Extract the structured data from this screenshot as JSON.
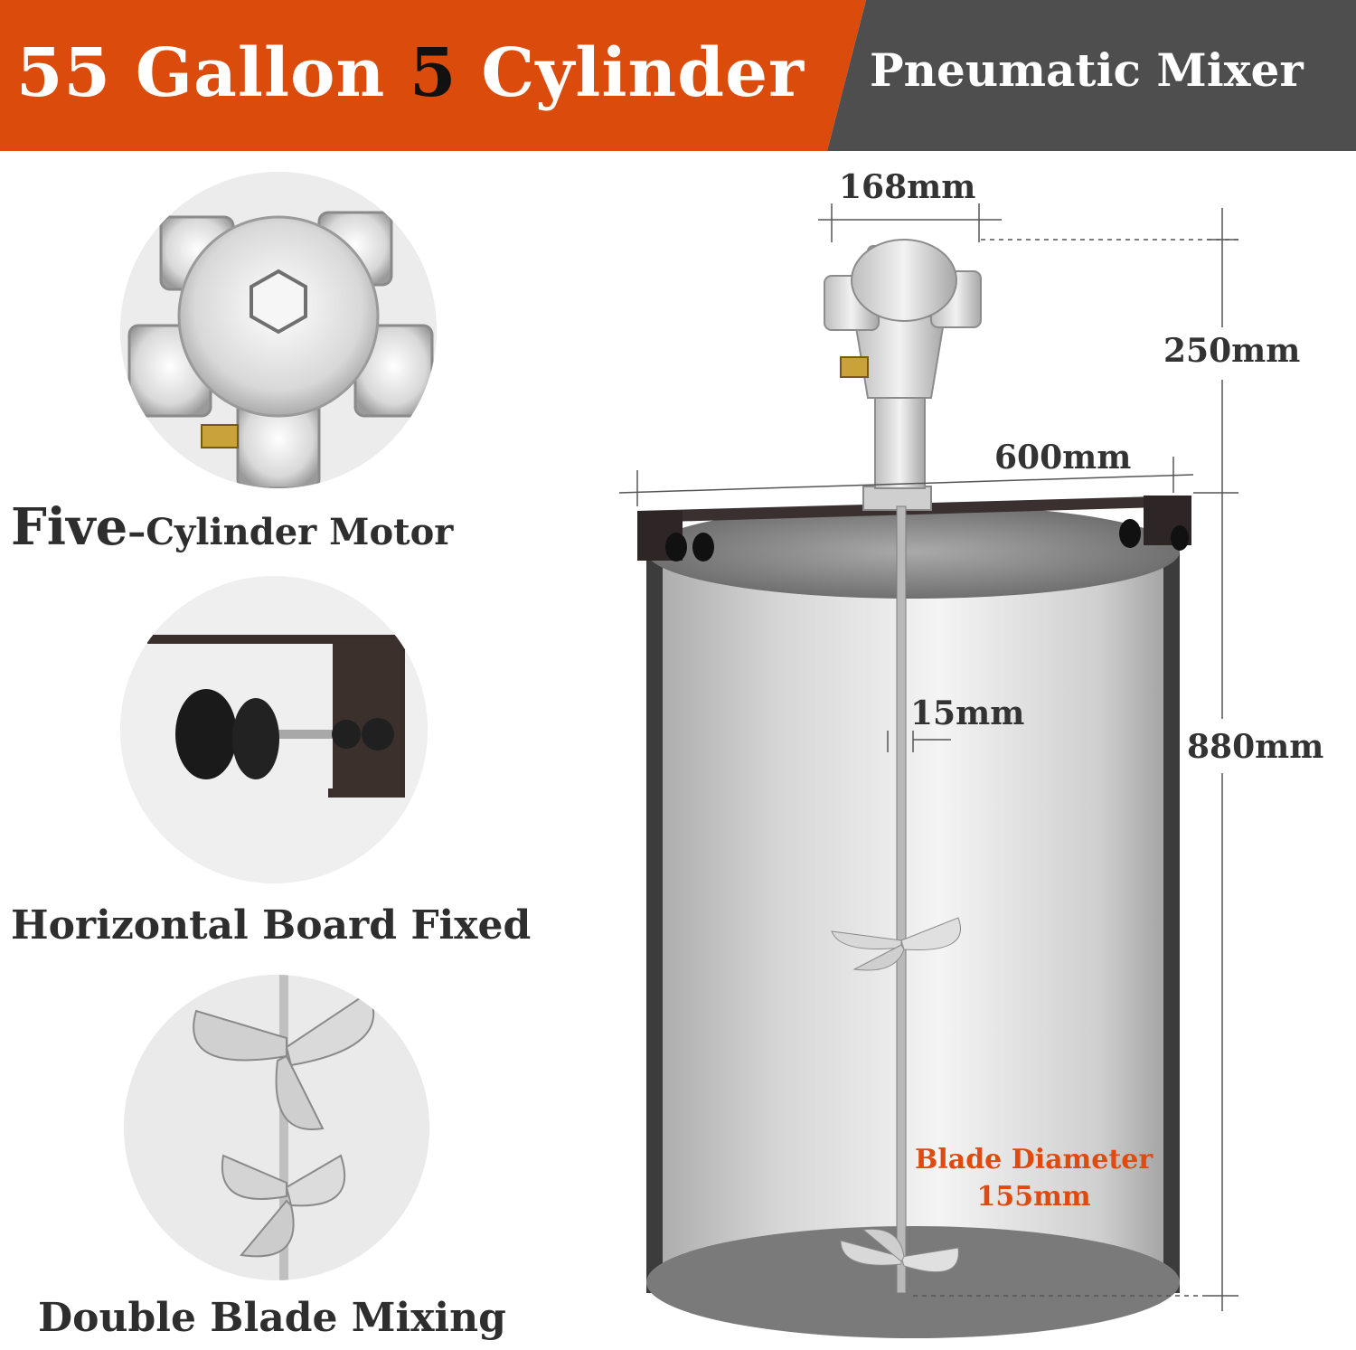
{
  "banner": {
    "part1": "55",
    "part2": "Gallon",
    "part3": "5",
    "part4": "Cylinder",
    "right": "Pneumatic Mixer",
    "colors": {
      "orange": "#da4b0c",
      "gray": "#4e4e4e"
    }
  },
  "features": [
    {
      "label_big": "Five",
      "label_rest": "–Cylinder Motor"
    },
    {
      "label": "Horizontal Board Fixed"
    },
    {
      "label": "Double Blade Mixing"
    }
  ],
  "dimensions": {
    "motor_width": "168mm",
    "motor_height": "250mm",
    "board_width": "600mm",
    "shaft_diameter": "15mm",
    "drum_height": "880mm",
    "blade_line1": "Blade Diameter",
    "blade_line2": "155mm"
  }
}
